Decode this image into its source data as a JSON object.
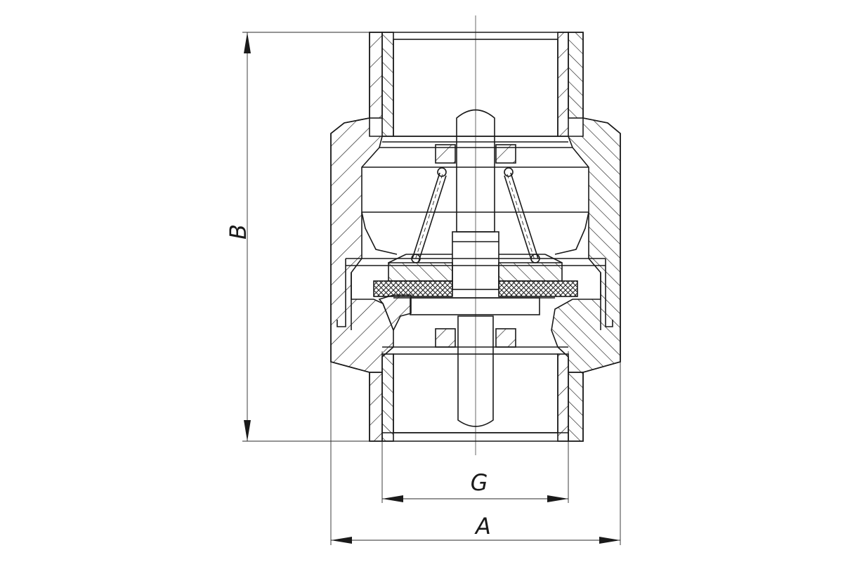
{
  "dimensions": {
    "height_label": "B",
    "thread_label": "G",
    "width_label": "A"
  },
  "colors": {
    "line": "#1a1a1a",
    "background": "#ffffff"
  }
}
